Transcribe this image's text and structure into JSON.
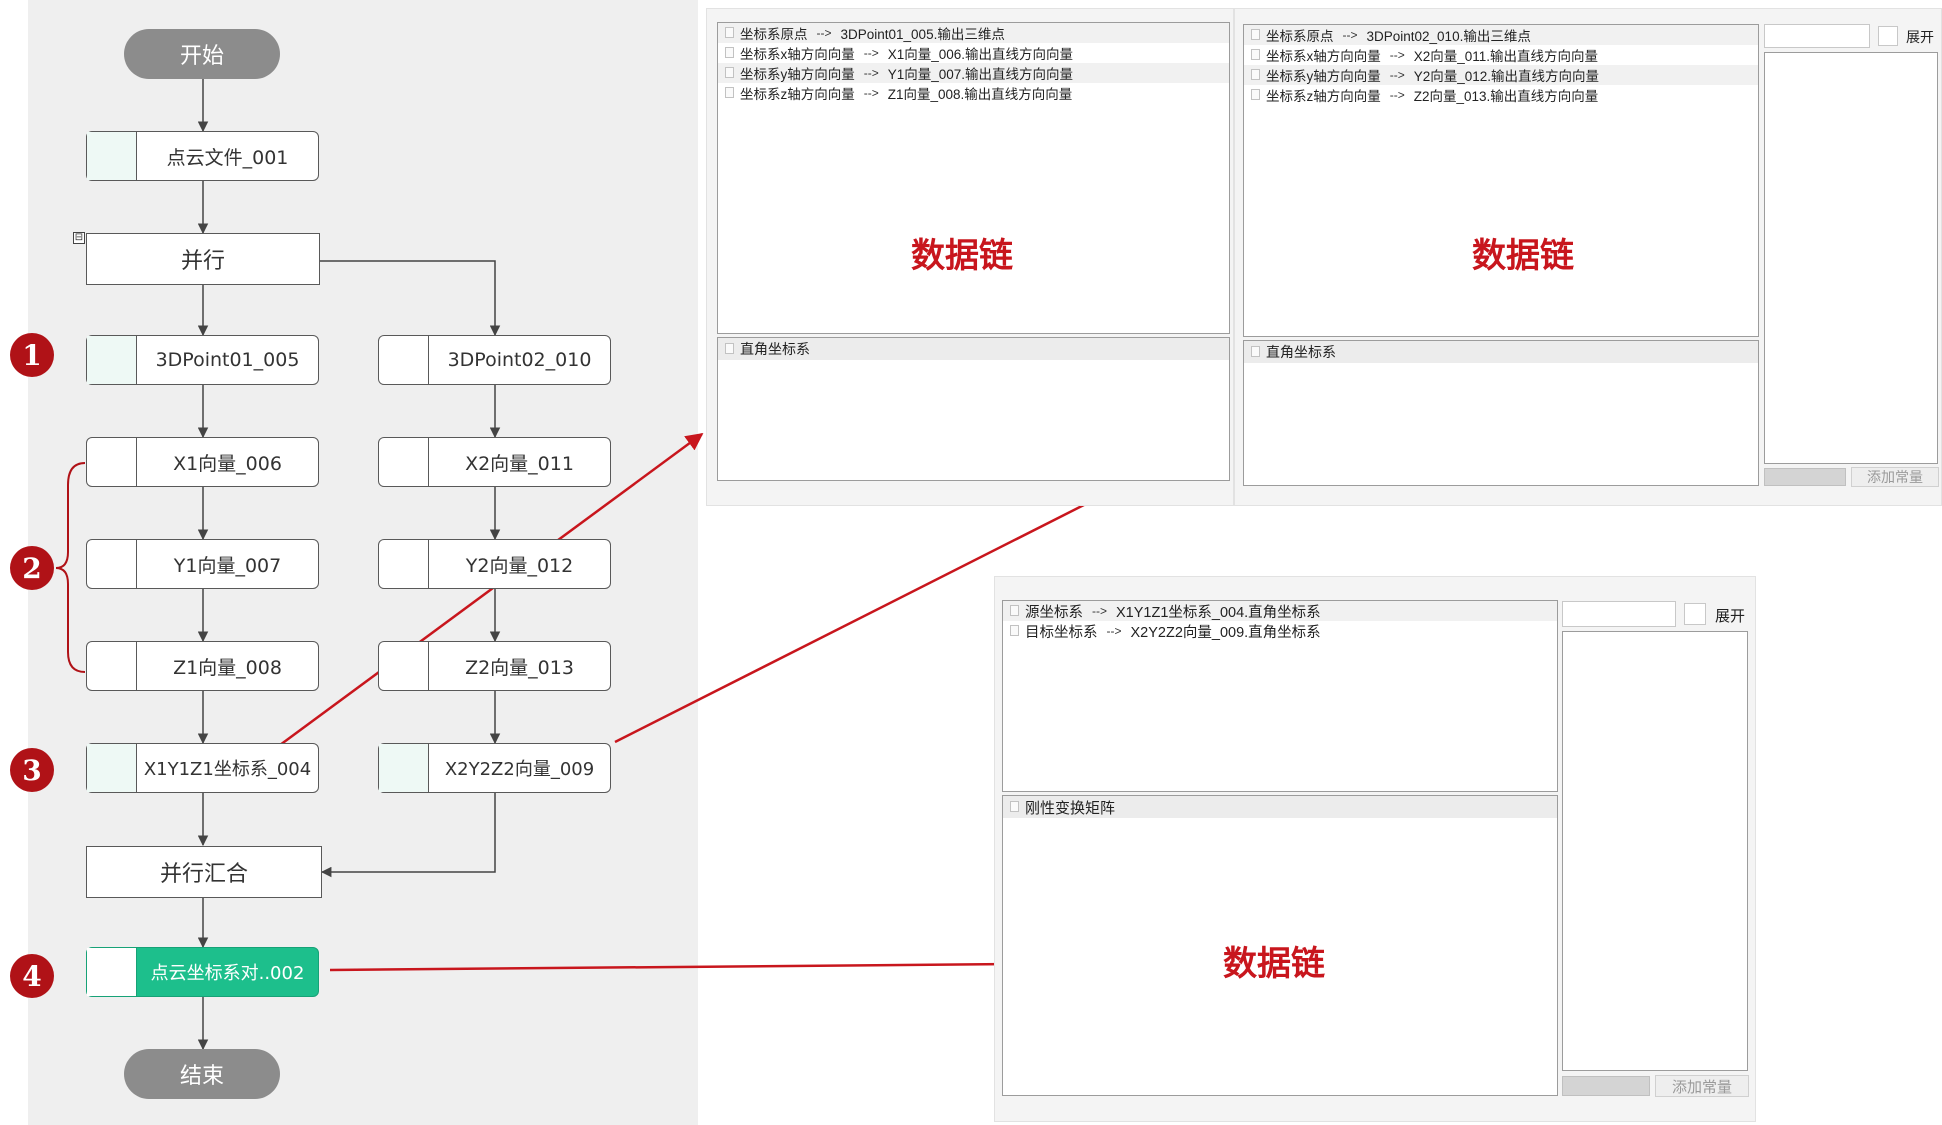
{
  "flow": {
    "start": "开始",
    "end": "结束",
    "parallel": "并行",
    "merge": "并行汇合",
    "nodes": {
      "file": "点云文件_001",
      "p1": "3DPoint01_005",
      "p2": "3DPoint02_010",
      "x1": "X1向量_006",
      "y1": "Y1向量_007",
      "z1": "Z1向量_008",
      "x2": "X2向量_011",
      "y2": "Y2向量_012",
      "z2": "Z2向量_013",
      "cs1": "X1Y1Z1坐标系_004",
      "cs2": "X2Y2Z2向量_009",
      "align": "点云坐标系对..002"
    },
    "collapse_icon": "⊟",
    "badges": [
      "1",
      "2",
      "3",
      "4"
    ]
  },
  "panel1": {
    "rows": [
      {
        "name": "坐标系原点",
        "arrow": "-->",
        "source": "3DPoint01_005.输出三维点"
      },
      {
        "name": "坐标系x轴方向向量",
        "arrow": "-->",
        "source": "X1向量_006.输出直线方向向量"
      },
      {
        "name": "坐标系y轴方向向量",
        "arrow": "-->",
        "source": "Y1向量_007.输出直线方向向量"
      },
      {
        "name": "坐标系z轴方向向量",
        "arrow": "-->",
        "source": "Z1向量_008.输出直线方向向量"
      }
    ],
    "chain_label": "数据链",
    "output_header": "直角坐标系"
  },
  "panel2": {
    "rows": [
      {
        "name": "坐标系原点",
        "arrow": "-->",
        "source": "3DPoint02_010.输出三维点"
      },
      {
        "name": "坐标系x轴方向向量",
        "arrow": "-->",
        "source": "X2向量_011.输出直线方向向量"
      },
      {
        "name": "坐标系y轴方向向量",
        "arrow": "-->",
        "source": "Y2向量_012.输出直线方向向量"
      },
      {
        "name": "坐标系z轴方向向量",
        "arrow": "-->",
        "source": "Z2向量_013.输出直线方向向量"
      }
    ],
    "chain_label": "数据链",
    "output_header": "直角坐标系",
    "expand_label": "展开",
    "add_const_label": "添加常量"
  },
  "panel3": {
    "rows": [
      {
        "name": "源坐标系",
        "arrow": "-->",
        "source": "X1Y1Z1坐标系_004.直角坐标系"
      },
      {
        "name": "目标坐标系",
        "arrow": "-->",
        "source": "X2Y2Z2向量_009.直角坐标系"
      }
    ],
    "chain_label": "数据链",
    "output_header": "刚性变换矩阵",
    "expand_label": "展开",
    "add_const_label": "添加常量"
  },
  "colors": {
    "annotation_red": "#c8161d",
    "badge_red": "#b01217",
    "active_node": "#1dbf8c",
    "terminal": "#8c8c8c"
  }
}
